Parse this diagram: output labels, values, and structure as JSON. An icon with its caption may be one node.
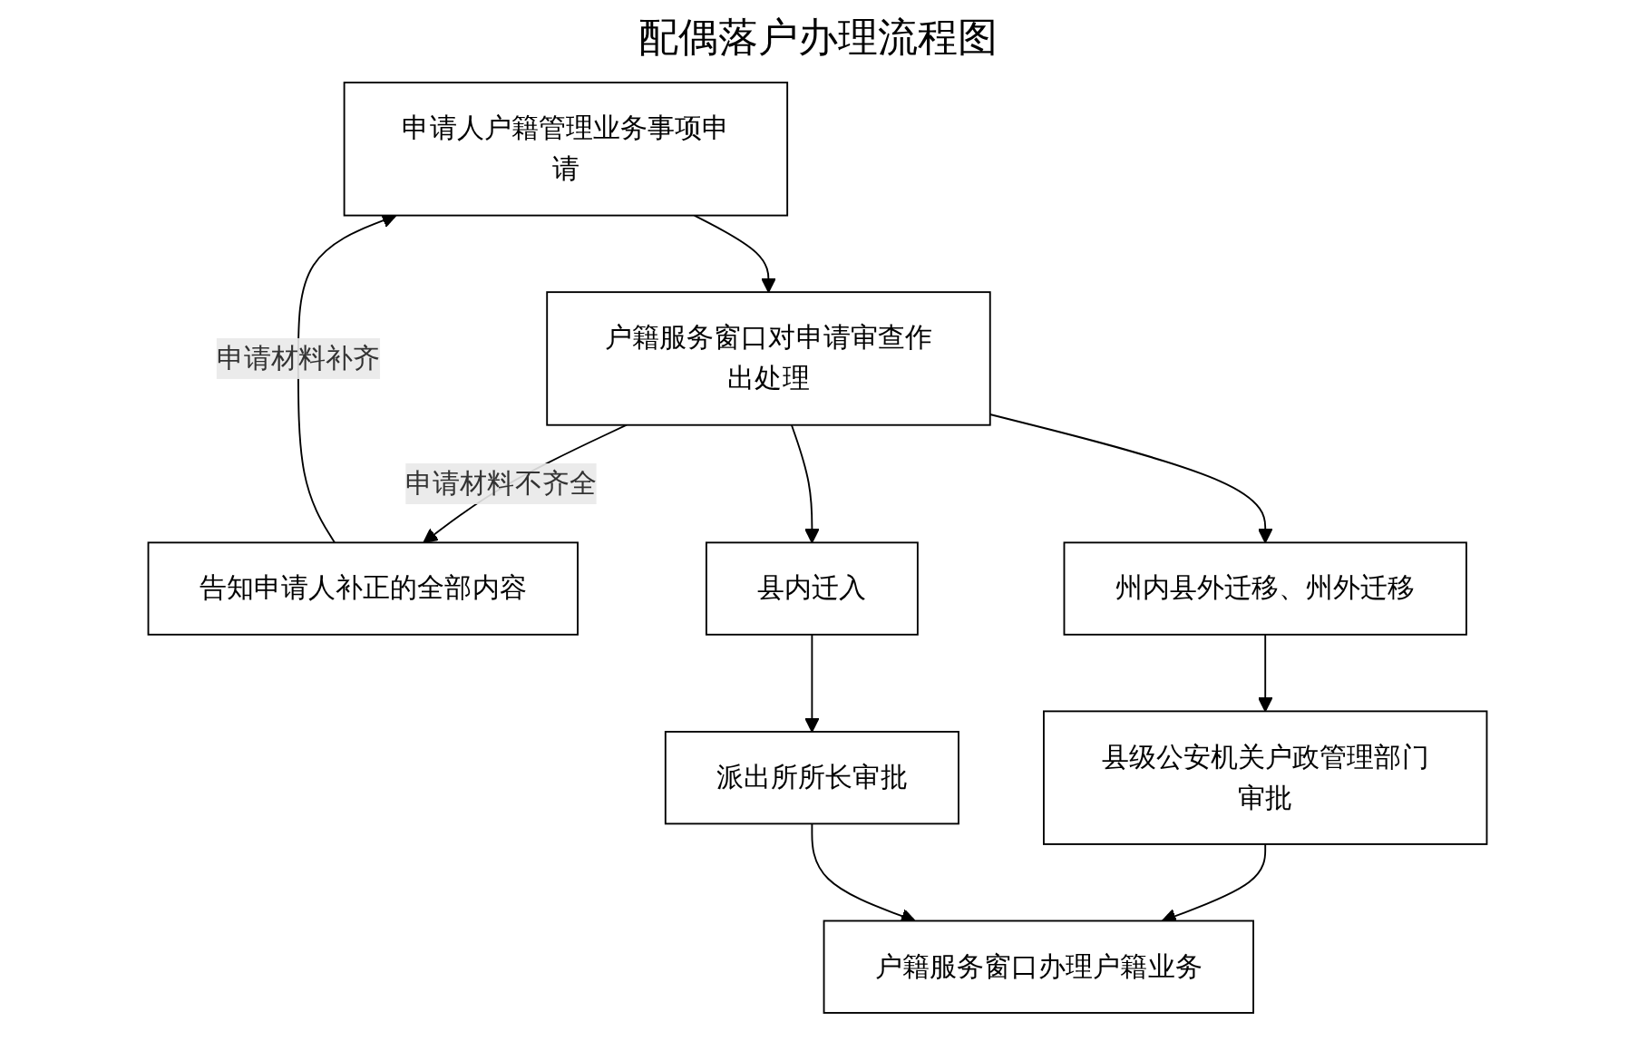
{
  "diagram": {
    "title": "配偶落户办理流程图",
    "nodes": [
      {
        "text": [
          "申请人户籍管理业务事项申请"
        ]
      },
      {
        "text": [
          "户籍服务窗口对申请审查作出处理"
        ]
      },
      {
        "text": [
          "告知申请人补正的全部内容"
        ]
      },
      {
        "text": [
          "州内县外迁移、州外迁移"
        ]
      },
      {
        "text": [
          "县内迁入"
        ]
      },
      {
        "text": [
          "县级公安机关户政管理部门审批"
        ]
      },
      {
        "text": [
          "派出所所长审批"
        ]
      },
      {
        "text": [
          "户籍服务窗口办理户籍业务"
        ]
      }
    ],
    "edges": [
      {
        "from": 0,
        "to": 1,
        "arrow": "to"
      },
      {
        "from": 1,
        "to": 2,
        "arrow": "to",
        "label": "申请材料不齐全"
      },
      {
        "from": 2,
        "to": 0,
        "arrow": "to",
        "label": "申请材料补齐"
      },
      {
        "from": 1,
        "to": 3,
        "arrow": "to"
      },
      {
        "from": 1,
        "to": 4,
        "arrow": "to"
      },
      {
        "from": 3,
        "to": 5,
        "arrow": "to"
      },
      {
        "from": 4,
        "to": 6,
        "arrow": "to"
      },
      {
        "from": 5,
        "to": 7,
        "arrow": "to"
      },
      {
        "from": 6,
        "to": 7,
        "arrow": "to"
      }
    ]
  }
}
